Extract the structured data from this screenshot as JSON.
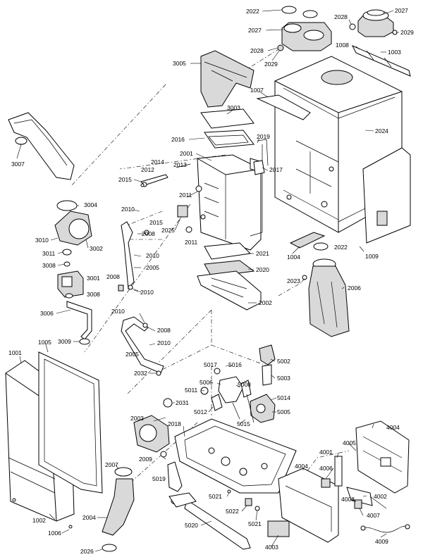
{
  "labels": [
    {
      "id": "2022",
      "text": "2022"
    },
    {
      "id": "2027",
      "text": "2027"
    },
    {
      "id": "2028",
      "text": "2028"
    },
    {
      "id": "2029",
      "text": "2029"
    },
    {
      "id": "1008",
      "text": "1008"
    },
    {
      "id": "1003",
      "text": "1003"
    },
    {
      "id": "3005",
      "text": "3005"
    },
    {
      "id": "1007",
      "text": "1007"
    },
    {
      "id": "3003",
      "text": "3003"
    },
    {
      "id": "2016",
      "text": "2016"
    },
    {
      "id": "2019",
      "text": "2019"
    },
    {
      "id": "2024",
      "text": "2024"
    },
    {
      "id": "3007",
      "text": "3007"
    },
    {
      "id": "2001",
      "text": "2001"
    },
    {
      "id": "2014",
      "text": "2014"
    },
    {
      "id": "2012",
      "text": "2012"
    },
    {
      "id": "2013",
      "text": "2013"
    },
    {
      "id": "2015",
      "text": "2015"
    },
    {
      "id": "2017",
      "text": "2017"
    },
    {
      "id": "3004",
      "text": "3004"
    },
    {
      "id": "2011",
      "text": "2011"
    },
    {
      "id": "2010",
      "text": "2010"
    },
    {
      "id": "2008",
      "text": "2008"
    },
    {
      "id": "2025",
      "text": "2025"
    },
    {
      "id": "3010",
      "text": "3010"
    },
    {
      "id": "3002",
      "text": "3002"
    },
    {
      "id": "3011",
      "text": "3011"
    },
    {
      "id": "3008",
      "text": "3008"
    },
    {
      "id": "2021",
      "text": "2021"
    },
    {
      "id": "1004",
      "text": "1004"
    },
    {
      "id": "1009",
      "text": "1009"
    },
    {
      "id": "2005",
      "text": "2005"
    },
    {
      "id": "3001",
      "text": "3001"
    },
    {
      "id": "2020",
      "text": "2020"
    },
    {
      "id": "2023",
      "text": "2023"
    },
    {
      "id": "2006",
      "text": "2006"
    },
    {
      "id": "2002",
      "text": "2002"
    },
    {
      "id": "3006",
      "text": "3006"
    },
    {
      "id": "3009",
      "text": "3009"
    },
    {
      "id": "1001",
      "text": "1001"
    },
    {
      "id": "1005",
      "text": "1005"
    },
    {
      "id": "5002",
      "text": "5002"
    },
    {
      "id": "5017",
      "text": "5017"
    },
    {
      "id": "5016",
      "text": "5016"
    },
    {
      "id": "5003",
      "text": "5003"
    },
    {
      "id": "2032",
      "text": "2032"
    },
    {
      "id": "5006",
      "text": "5006"
    },
    {
      "id": "5011",
      "text": "5011"
    },
    {
      "id": "5008",
      "text": "5008"
    },
    {
      "id": "5014",
      "text": "5014"
    },
    {
      "id": "2031",
      "text": "2031"
    },
    {
      "id": "5012",
      "text": "5012"
    },
    {
      "id": "5005",
      "text": "5005"
    },
    {
      "id": "2003",
      "text": "2003"
    },
    {
      "id": "5015",
      "text": "5015"
    },
    {
      "id": "2018",
      "text": "2018"
    },
    {
      "id": "4004",
      "text": "4004"
    },
    {
      "id": "4001",
      "text": "4001"
    },
    {
      "id": "4005",
      "text": "4005"
    },
    {
      "id": "2009",
      "text": "2009"
    },
    {
      "id": "2007",
      "text": "2007"
    },
    {
      "id": "4006",
      "text": "4006"
    },
    {
      "id": "5019",
      "text": "5019"
    },
    {
      "id": "4008",
      "text": "4008"
    },
    {
      "id": "4002",
      "text": "4002"
    },
    {
      "id": "5021",
      "text": "5021"
    },
    {
      "id": "5022",
      "text": "5022"
    },
    {
      "id": "1002",
      "text": "1002"
    },
    {
      "id": "2004",
      "text": "2004"
    },
    {
      "id": "5020",
      "text": "5020"
    },
    {
      "id": "4007",
      "text": "4007"
    },
    {
      "id": "1006",
      "text": "1006"
    },
    {
      "id": "4003",
      "text": "4003"
    },
    {
      "id": "4009",
      "text": "4009"
    },
    {
      "id": "2026",
      "text": "2026"
    }
  ]
}
